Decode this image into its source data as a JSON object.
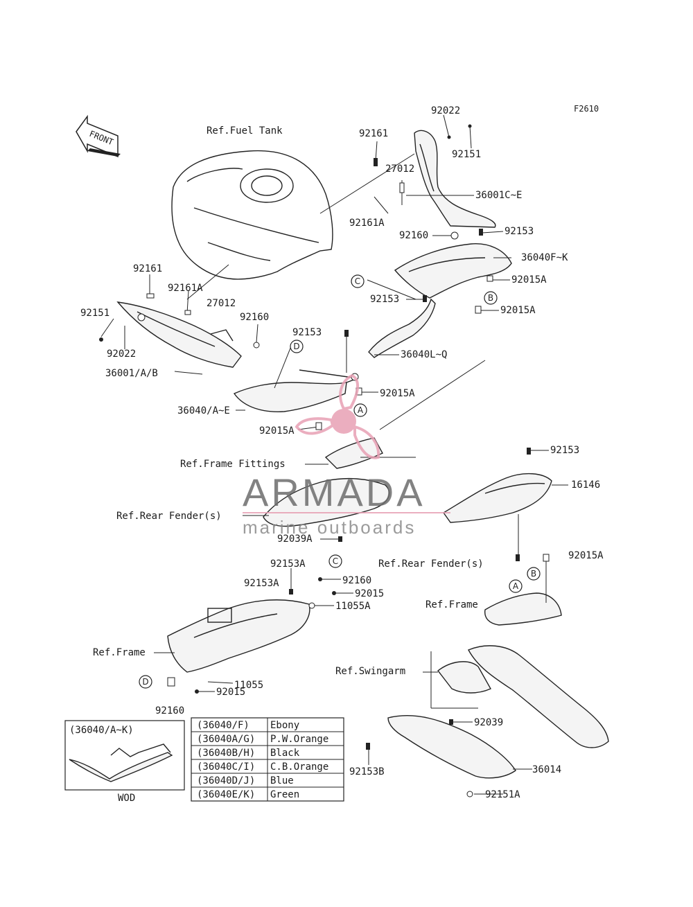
{
  "figure_code": "F2610",
  "front_label": "FRONT",
  "references": {
    "fuel_tank": "Ref.Fuel Tank",
    "frame_fittings": "Ref.Frame Fittings",
    "rear_fender_left": "Ref.Rear Fender(s)",
    "rear_fender_right": "Ref.Rear Fender(s)",
    "frame_right": "Ref.Frame",
    "frame_left": "Ref.Frame",
    "swingarm": "Ref.Swingarm"
  },
  "parts": {
    "p92022_top": "92022",
    "p92161_top": "92161",
    "p92151_top": "92151",
    "p27012_top": "27012",
    "p36001C": "36001C~E",
    "p92161A_top": "92161A",
    "p92160_top": "92160",
    "p92153_top": "92153",
    "p36040F": "36040F~K",
    "p92015A_1": "92015A",
    "p92153_mid": "92153",
    "p92015A_2": "92015A",
    "p92161_left": "92161",
    "p92161A_left": "92161A",
    "p27012_left": "27012",
    "p92151_left": "92151",
    "p92160_left": "92160",
    "p92022_left": "92022",
    "p36001": "36001/A/B",
    "p92153_center": "92153",
    "p36040L": "36040L~Q",
    "p92015A_3": "92015A",
    "p36040A": "36040/A~E",
    "p92015A_4": "92015A",
    "p92153_right": "92153",
    "p16146": "16146",
    "p92039A": "92039A",
    "p92015A_5": "92015A",
    "p92153A_1": "92153A",
    "p92160_low": "92160",
    "p92153A_2": "92153A",
    "p92015": "92015",
    "p11055A": "11055A",
    "p11055": "11055",
    "p92015_low": "92015",
    "p92160_bottom": "92160",
    "p92039": "92039",
    "p92153B": "92153B",
    "p36014": "36014",
    "p92151A": "92151A"
  },
  "callouts": {
    "A1": "A",
    "A2": "A",
    "B1": "B",
    "B2": "B",
    "C1": "C",
    "C2": "C",
    "D1": "D",
    "D2": "D"
  },
  "inset": {
    "title": "(36040/A~K)",
    "caption": "WOD"
  },
  "color_table": [
    {
      "code": "(36040/F)",
      "color": "Ebony"
    },
    {
      "code": "(36040A/G)",
      "color": "P.W.Orange"
    },
    {
      "code": "(36040B/H)",
      "color": "Black"
    },
    {
      "code": "(36040C/I)",
      "color": "C.B.Orange"
    },
    {
      "code": "(36040D/J)",
      "color": "Blue"
    },
    {
      "code": "(36040E/K)",
      "color": "Green"
    }
  ],
  "watermark": {
    "brand": "ARMADA",
    "tagline": "marine outboards",
    "color": "#e8a0b4"
  }
}
